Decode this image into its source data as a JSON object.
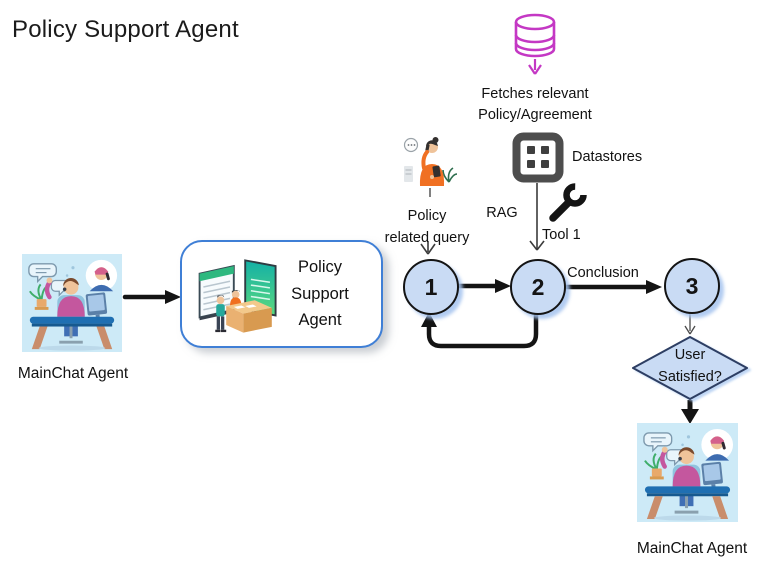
{
  "title": "Policy Support Agent",
  "colors": {
    "node_fill": "#c9dbf4",
    "node_stroke": "#141414",
    "magenta": "#c438c4",
    "box_border": "#3f7fd6",
    "datastore_gray": "#4d4d4d",
    "arrow_black": "#141414",
    "illustration_bg": "#cdeaf7"
  },
  "icons": {
    "database": "database-cylinder",
    "datastores": "grid-squares",
    "tool": "wrench",
    "customer": "person-on-phone",
    "mainchat_left": "agent-at-desk-illustration",
    "mainchat_bottom": "agent-at-desk-illustration",
    "support_box": "service-desk-illustration"
  },
  "labels": {
    "fetches_line1": "Fetches relevant",
    "fetches_line2": "Policy/Agreement",
    "datastores": "Datastores",
    "rag": "RAG",
    "tool": "Tool 1",
    "query_line1": "Policy",
    "query_line2": "related query",
    "conclusion": "Conclusion",
    "decision_line1": "User",
    "decision_line2": "Satisfied?",
    "mainchat_left": "MainChat Agent",
    "mainchat_bottom": "MainChat Agent"
  },
  "support_box": {
    "line1": "Policy",
    "line2": "Support",
    "line3": "Agent"
  },
  "nodes": [
    {
      "label": "1"
    },
    {
      "label": "2"
    },
    {
      "label": "3"
    }
  ]
}
